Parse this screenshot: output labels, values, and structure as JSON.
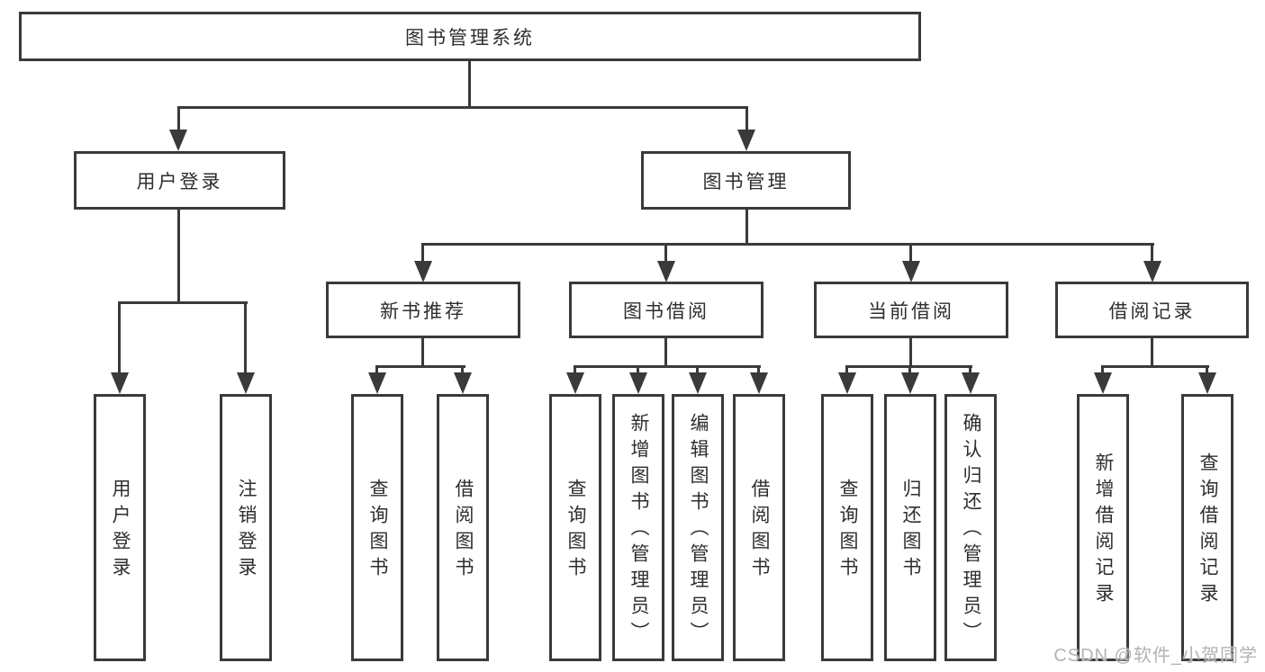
{
  "tree": {
    "root": {
      "label": "图书管理系统"
    },
    "branches": [
      {
        "label": "用户登录",
        "children": [
          {
            "label": "用户登录"
          },
          {
            "label": "注销登录"
          }
        ]
      },
      {
        "label": "图书管理",
        "children": [
          {
            "label": "新书推荐",
            "children": [
              {
                "label": "查询图书"
              },
              {
                "label": "借阅图书"
              }
            ]
          },
          {
            "label": "图书借阅",
            "children": [
              {
                "label": "查询图书"
              },
              {
                "label": "新增图书（管理员）"
              },
              {
                "label": "编辑图书（管理员）"
              },
              {
                "label": "借阅图书"
              }
            ]
          },
          {
            "label": "当前借阅",
            "children": [
              {
                "label": "查询图书"
              },
              {
                "label": "归还图书"
              },
              {
                "label": "确认归还（管理员）"
              }
            ]
          },
          {
            "label": "借阅记录",
            "children": [
              {
                "label": "新增借阅记录"
              },
              {
                "label": "查询借阅记录"
              }
            ]
          }
        ]
      }
    ]
  },
  "watermark": {
    "text": "CSDN @软件_小贺同学"
  },
  "colors": {
    "line": "#3a3a3a",
    "text": "#2e2e2e",
    "watermark": "#b3b3b3",
    "background": "#ffffff"
  }
}
